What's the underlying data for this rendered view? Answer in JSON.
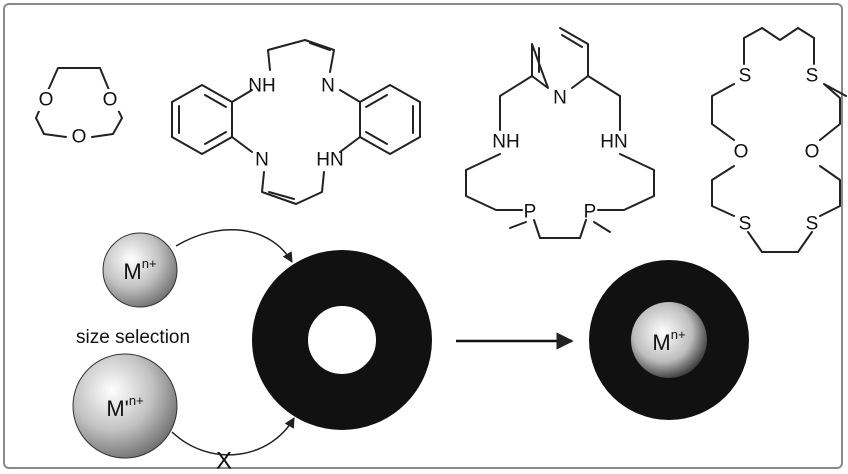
{
  "molecules": {
    "crown_ether": {
      "atoms": [
        "O",
        "O",
        "O"
      ]
    },
    "tetraaza_macrocycle": {
      "atoms": [
        "NH",
        "N",
        "N",
        "HN"
      ]
    },
    "pyridine_macrocycle": {
      "atoms": [
        "N",
        "NH",
        "HN",
        "P",
        "P"
      ]
    },
    "thia_crown": {
      "atoms": [
        "S",
        "S",
        "O",
        "O",
        "S",
        "S"
      ]
    }
  },
  "scheme": {
    "ion_small": {
      "base": "M",
      "charge": "n+"
    },
    "ion_large": {
      "base": "M'",
      "charge": "n+"
    },
    "ion_bound": {
      "base": "M",
      "charge": "n+"
    },
    "size_selection_label": "size selection",
    "blocked_mark": "X"
  },
  "colors": {
    "ring": "#111111",
    "border": "#8a8a8a",
    "sphere_light": "#ffffff",
    "sphere_dark": "#6e6e6e"
  }
}
